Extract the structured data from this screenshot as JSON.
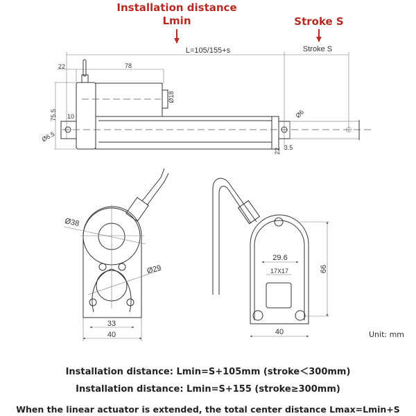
{
  "headers": {
    "install_title": "Installation distance",
    "install_sub": "Lmin",
    "stroke_title": "Stroke S"
  },
  "side_view": {
    "length_label": "L=105/155+s",
    "stroke_label": "Stroke S",
    "dim_22_top": "22",
    "dim_78": "78",
    "dim_d18": "Ø18",
    "dim_75_5": "75.5",
    "dim_10": "10",
    "dim_d6_5": "Ø6.5",
    "dim_d6": "Ø6",
    "dim_22_bottom": "22",
    "dim_3_5": "3.5"
  },
  "end_view": {
    "dim_d38": "Ø38",
    "dim_d29": "Ø29",
    "dim_33": "33",
    "dim_40": "40"
  },
  "rear_view": {
    "dim_29_6": "29.6",
    "dim_17x17": "17X17",
    "dim_66": "66",
    "dim_40": "40"
  },
  "unit": "Unit: mm",
  "notes": [
    "Installation distance: Lmin=S+105mm (stroke＜300mm)",
    "Installation distance: Lmin=S+155 (stroke≥300mm)",
    "When the linear actuator is extended, the total center distance Lmax=Lmin+S"
  ],
  "colors": {
    "accent_red": "#b52a22"
  }
}
